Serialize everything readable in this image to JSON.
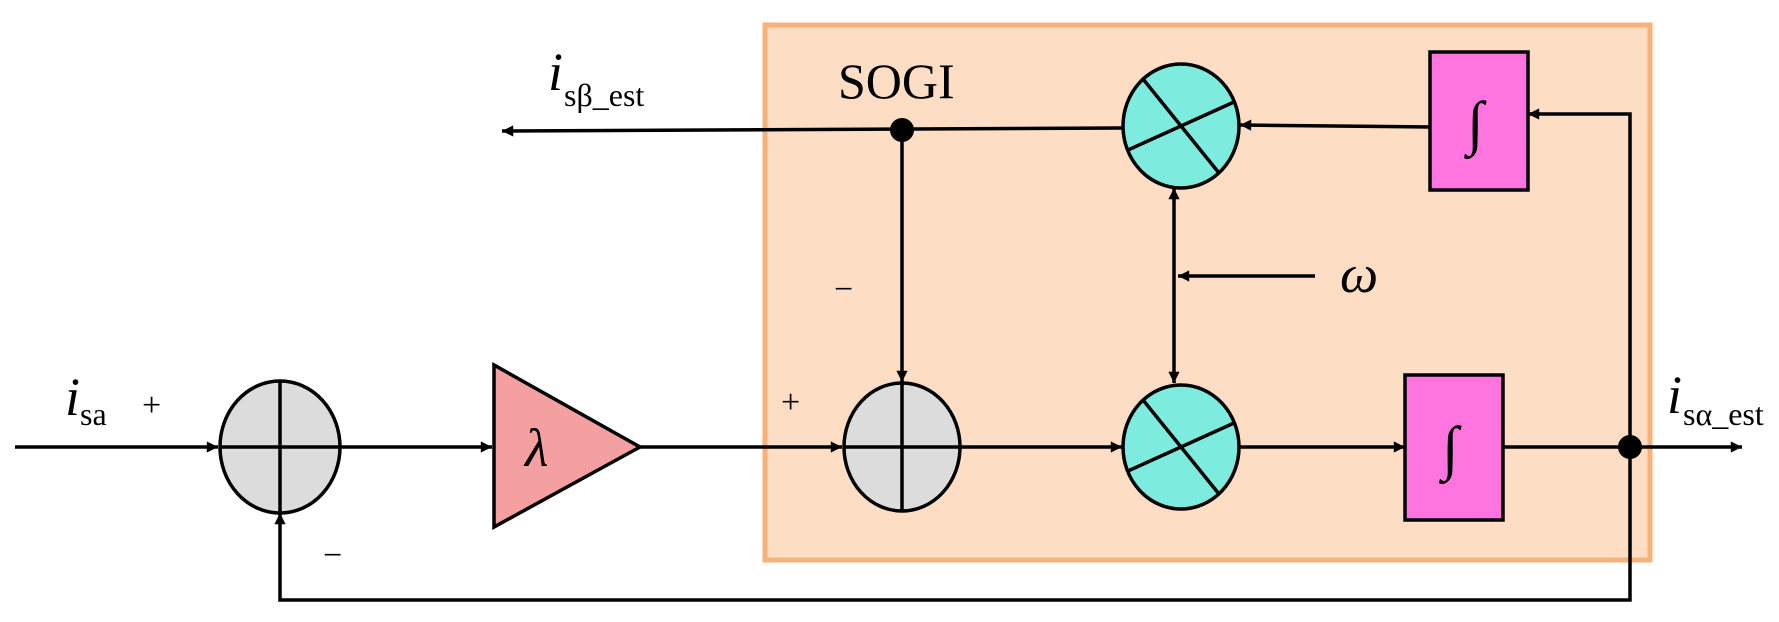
{
  "colors": {
    "sogi_fill": "#FDDEC4",
    "sogi_border": "#F7B27A",
    "summer_fill": "#DCDCDC",
    "multiplier_fill": "#7EEBDF",
    "integrator_fill": "#FF75E0",
    "gain_fill": "#F5A0A0",
    "line": "#000000"
  },
  "labels": {
    "sogi_title": "SOGI",
    "input": {
      "main": "i",
      "sub": "sa"
    },
    "output_alpha": {
      "main": "i",
      "sub": "sα_est"
    },
    "output_beta": {
      "main": "i",
      "sub": "sβ_est"
    },
    "omega": "ω",
    "gain": "λ",
    "integrator_symbol": "∫",
    "plus": "+",
    "minus": "−"
  }
}
